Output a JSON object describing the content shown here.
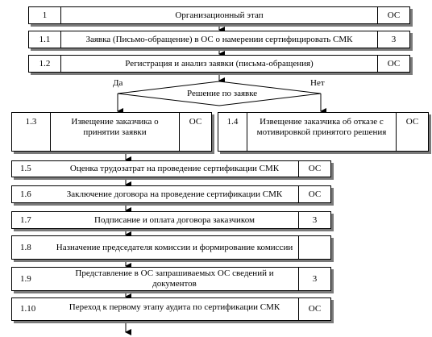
{
  "stages": [
    {
      "num": "1",
      "text": "Организационный этап",
      "org": "ОС"
    },
    {
      "num": "1.1",
      "text": "Заявка (Письмо-обращение) в ОС о намерении сертифицировать СМК",
      "org": "3"
    },
    {
      "num": "1.2",
      "text": "Регистрация и анализ заявки (письма-обращения)",
      "org": "ОС"
    }
  ],
  "decision": {
    "text": "Решение по заявке",
    "yes": "Да",
    "no": "Нет"
  },
  "branches": [
    {
      "num": "1.3",
      "text": "Извещение заказчика о принятии заявки",
      "org": "ОС"
    },
    {
      "num": "1.4",
      "text": "Извещение заказчика об отказе с мотивировкой принятого решения",
      "org": "ОС"
    }
  ],
  "steps": [
    {
      "num": "1.5",
      "text": "Оценка трудозатрат на проведение сертификации СМК",
      "org": "ОС"
    },
    {
      "num": "1.6",
      "text": "Заключение договора на проведение сертификации СМК",
      "org": "ОС"
    },
    {
      "num": "1.7",
      "text": "Подписание и оплата договора заказчиком",
      "org": "3"
    },
    {
      "num": "1.8",
      "text": "Назначение председателя комиссии и формирование комиссии",
      "org": ""
    },
    {
      "num": "1.9",
      "text": "Представление в ОС запрашиваемых ОС сведений и документов",
      "org": "3"
    },
    {
      "num": "1.10",
      "text": "Переход к первому этапу аудита по сертификации СМК",
      "org": "ОС"
    }
  ]
}
